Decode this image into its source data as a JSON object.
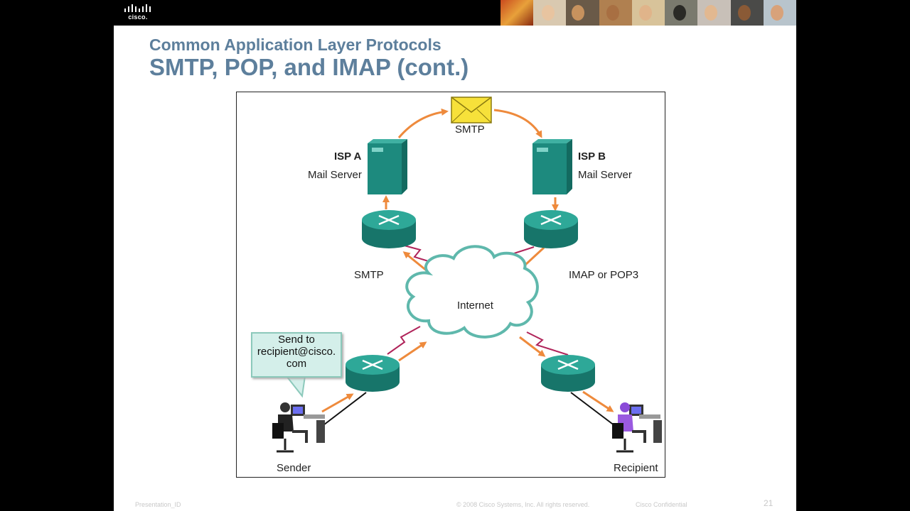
{
  "header": {
    "logo_text": "cisco."
  },
  "slide": {
    "subtitle": "Common Application Layer Protocols",
    "title": "SMTP, POP, and IMAP (cont.)"
  },
  "diagram": {
    "envelope_label": "SMTP",
    "isp_a": {
      "name": "ISP A",
      "role": "Mail Server"
    },
    "isp_b": {
      "name": "ISP B",
      "role": "Mail Server"
    },
    "left_protocol": "SMTP",
    "right_protocol": "IMAP or POP3",
    "cloud_label": "Internet",
    "callout_lines": [
      "Send to",
      "recipient@cisco.",
      "com"
    ],
    "sender_label": "Sender",
    "recipient_label": "Recipient"
  },
  "footer": {
    "presentation_id": "Presentation_ID",
    "copyright": "© 2008 Cisco Systems, Inc. All rights reserved.",
    "confidential": "Cisco Confidential",
    "page_number": "21"
  },
  "colors": {
    "title": "#5d7f9c",
    "arrow": "#ee8a3c",
    "serial_link": "#b0245a",
    "device_teal": "#1d8a7e",
    "cloud_stroke": "#5fb8ac"
  }
}
